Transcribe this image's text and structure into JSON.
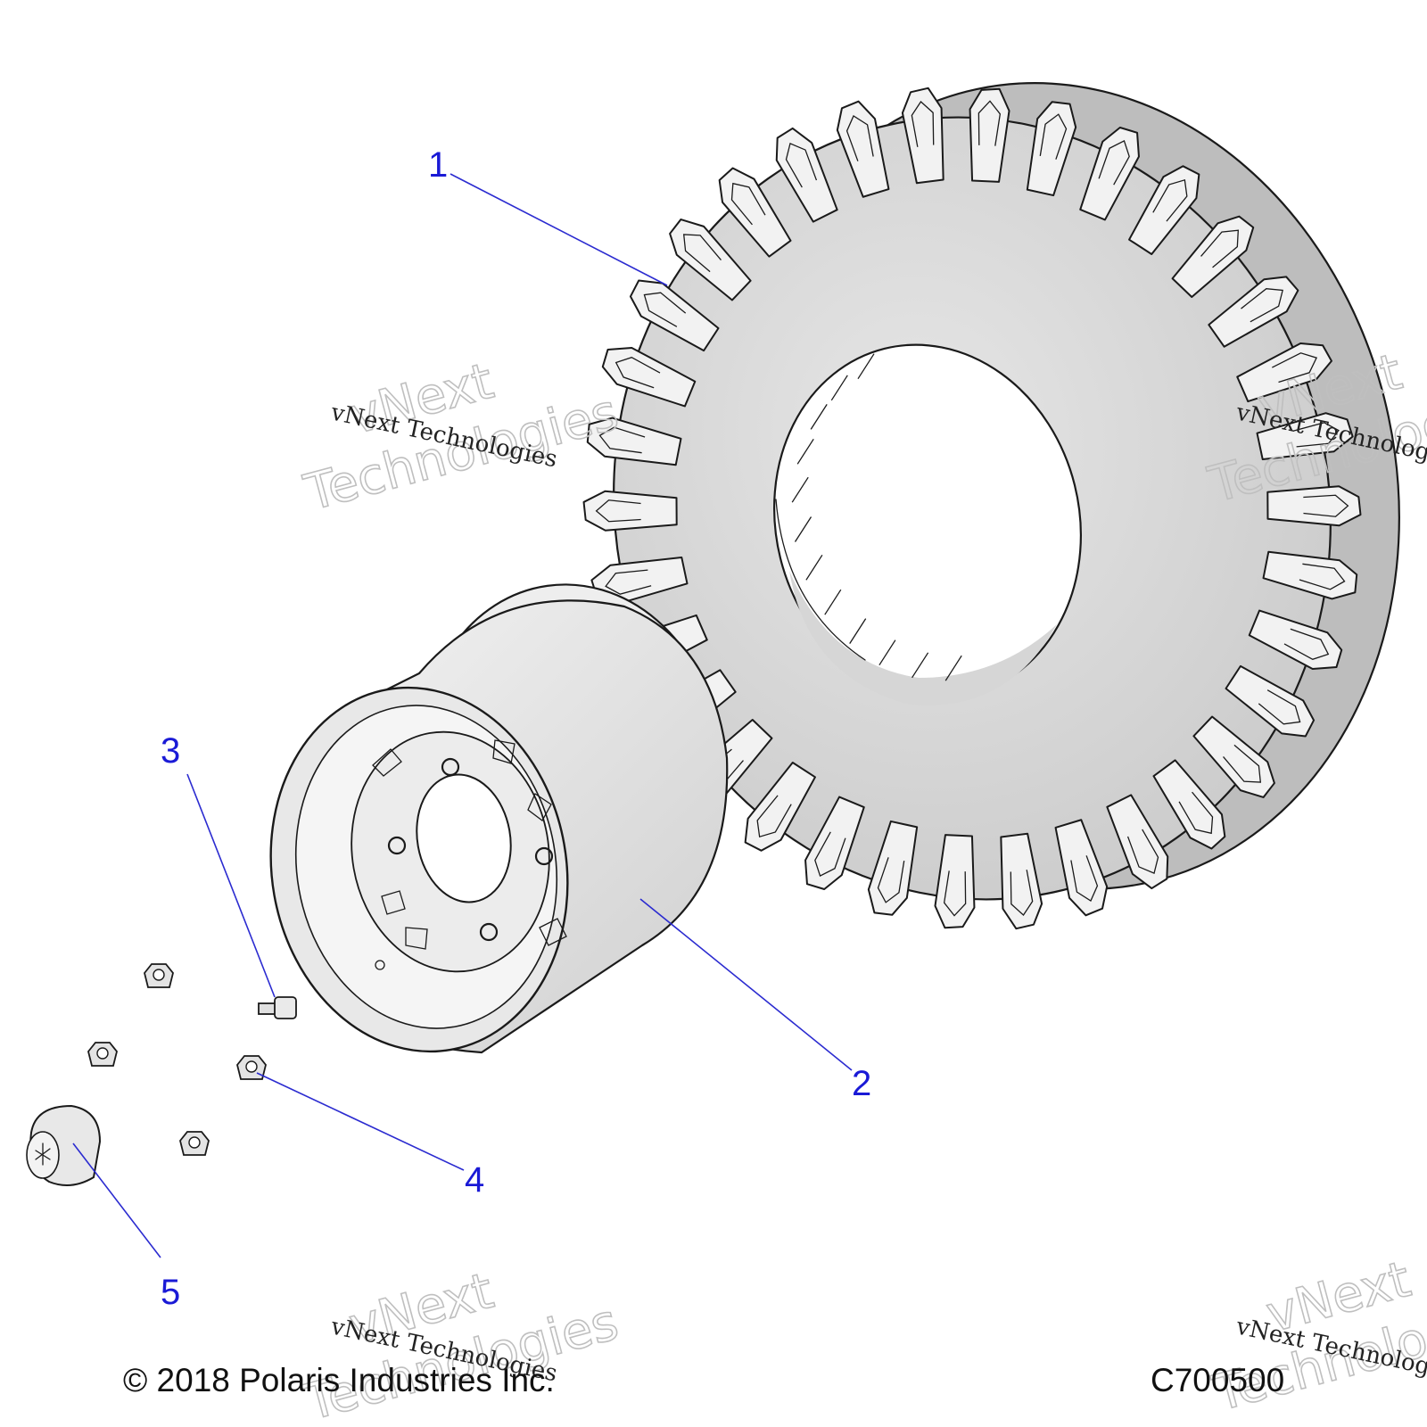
{
  "callouts": [
    {
      "label": "1",
      "part": "tire"
    },
    {
      "label": "2",
      "part": "wheel"
    },
    {
      "label": "3",
      "part": "valve-stem"
    },
    {
      "label": "4",
      "part": "lug-nut"
    },
    {
      "label": "5",
      "part": "center-cap"
    }
  ],
  "watermark": {
    "small": "vNext Technologies",
    "big_line1": "vNext",
    "big_line2": "Technologies"
  },
  "footer": {
    "copyright": "© 2018 Polaris Industries Inc.",
    "code": "C700500"
  },
  "colors": {
    "callout": "#1a1ad6",
    "tire_fill": "#d9d9d9",
    "tread_fill": "#f2f2f2",
    "wheel_fill": "#e6e6e6"
  }
}
